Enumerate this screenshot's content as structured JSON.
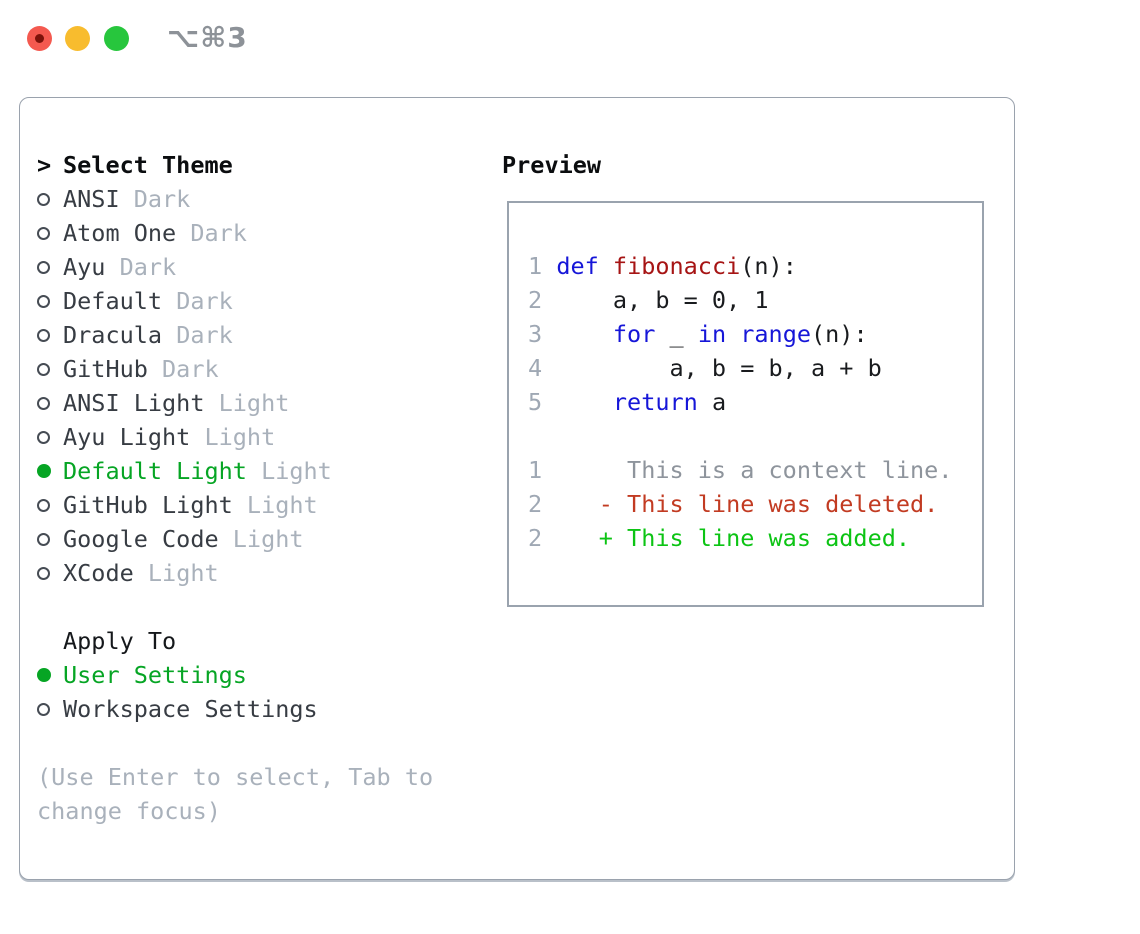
{
  "window": {
    "title": "⌥⌘3",
    "traffic_lights": {
      "close": "close-button",
      "minimize": "minimize-button",
      "zoom": "zoom-button"
    }
  },
  "sidebar": {
    "title_prefix": ">",
    "title": "Select Theme",
    "themes": [
      {
        "name": "ANSI",
        "variant": "Dark",
        "selected": false
      },
      {
        "name": "Atom One",
        "variant": "Dark",
        "selected": false
      },
      {
        "name": "Ayu",
        "variant": "Dark",
        "selected": false
      },
      {
        "name": "Default",
        "variant": "Dark",
        "selected": false
      },
      {
        "name": "Dracula",
        "variant": "Dark",
        "selected": false
      },
      {
        "name": "GitHub",
        "variant": "Dark",
        "selected": false
      },
      {
        "name": "ANSI Light",
        "variant": "Light",
        "selected": false
      },
      {
        "name": "Ayu Light",
        "variant": "Light",
        "selected": false
      },
      {
        "name": "Default Light",
        "variant": "Light",
        "selected": true
      },
      {
        "name": "GitHub Light",
        "variant": "Light",
        "selected": false
      },
      {
        "name": "Google Code",
        "variant": "Light",
        "selected": false
      },
      {
        "name": "XCode",
        "variant": "Light",
        "selected": false
      }
    ],
    "apply_to_title": "Apply To",
    "apply_options": [
      {
        "label": "User Settings",
        "selected": true
      },
      {
        "label": "Workspace Settings",
        "selected": false
      }
    ],
    "help_lines": [
      "(Use Enter to select, Tab to",
      "change focus)"
    ]
  },
  "preview": {
    "title": "Preview",
    "lines": [
      {
        "type": "code",
        "num": "1",
        "segs": [
          [
            " ",
            "pl"
          ],
          [
            "def",
            "kw"
          ],
          [
            " ",
            "pl"
          ],
          [
            "fibonacci",
            "fn"
          ],
          [
            "(n):",
            "pl"
          ]
        ]
      },
      {
        "type": "code",
        "num": "2",
        "segs": [
          [
            "     a, b = 0, 1",
            "pl"
          ]
        ]
      },
      {
        "type": "code",
        "num": "3",
        "segs": [
          [
            "     ",
            "pl"
          ],
          [
            "for",
            "kw"
          ],
          [
            " _ ",
            "pl"
          ],
          [
            "in",
            "kw"
          ],
          [
            " ",
            "pl"
          ],
          [
            "range",
            "kw"
          ],
          [
            "(n):",
            "pl"
          ]
        ]
      },
      {
        "type": "code",
        "num": "4",
        "segs": [
          [
            "         a, b = b, a + b",
            "pl"
          ]
        ]
      },
      {
        "type": "code",
        "num": "5",
        "segs": [
          [
            "     ",
            "pl"
          ],
          [
            "return",
            "kw"
          ],
          [
            " a",
            "pl"
          ]
        ]
      },
      {
        "type": "blank",
        "num": "",
        "segs": []
      },
      {
        "type": "context",
        "num": "1",
        "segs": [
          [
            "      This is a context line.",
            "ctx"
          ]
        ]
      },
      {
        "type": "deleted",
        "num": "2",
        "segs": [
          [
            "    - This line was deleted.",
            "del"
          ]
        ]
      },
      {
        "type": "added",
        "num": "2",
        "segs": [
          [
            "    + This line was added.",
            "add"
          ]
        ]
      }
    ]
  },
  "colors": {
    "accent_green": "#06a524",
    "added_green": "#0cc414",
    "deleted_red": "#c23b22",
    "keyword_blue": "#1616d8",
    "function_red": "#a61414",
    "context_gray": "#8e949c",
    "line_number_gray": "#9fa8b4",
    "muted_gray": "#a9b1bb",
    "text_dark": "#373c43",
    "panel_border": "#9aa2ad",
    "traffic_red": "#f4594f",
    "traffic_yellow": "#f8bc2e",
    "traffic_green": "#27c63d"
  }
}
